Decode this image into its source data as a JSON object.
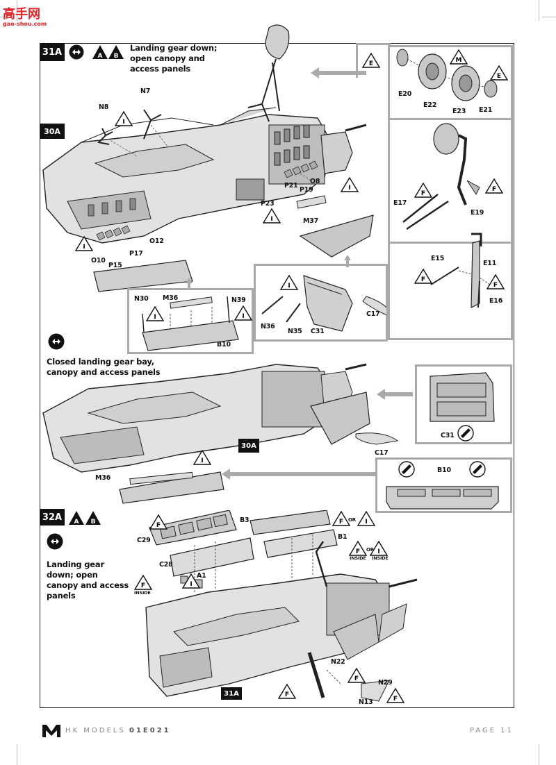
{
  "watermark": {
    "brand": "高手网",
    "url": "gao-shou.com"
  },
  "steps": {
    "s31": {
      "number": "31A",
      "caption": "Landing gear down; open canopy and access panels",
      "ref": "30A",
      "option_a": "A",
      "option_b": "B"
    },
    "closed": {
      "caption": "Closed landing gear bay, canopy and access panels",
      "ref": "30A"
    },
    "s32": {
      "number": "32A",
      "caption": "Landing gear down; open canopy and access panels",
      "ref": "31A",
      "option_a": "A",
      "option_b": "B"
    }
  },
  "parts": {
    "N7": "N7",
    "N8": "N8",
    "P21": "P21",
    "P19": "P19",
    "O8": "O8",
    "P23": "P23",
    "M37": "M37",
    "O12": "O12",
    "P17": "P17",
    "O10": "O10",
    "P15": "P15",
    "E20": "E20",
    "E22": "E22",
    "E23": "E23",
    "E21": "E21",
    "E17": "E17",
    "E19": "E19",
    "E15": "E15",
    "E11": "E11",
    "E16": "E16",
    "N30": "N30",
    "M36": "M36",
    "N39": "N39",
    "B10": "B10",
    "N36": "N36",
    "N35": "N35",
    "C31": "C31",
    "C17": "C17",
    "C31b": "C31",
    "C17b": "C17",
    "M36b": "M36",
    "B10b": "B10",
    "C29": "C29",
    "B3": "B3",
    "B1": "B1",
    "C28": "C28",
    "A1": "A1",
    "N22": "N22",
    "N29": "N29",
    "N13": "N13"
  },
  "glue": {
    "I": "I",
    "E": "E",
    "M": "M",
    "F": "F"
  },
  "notes": {
    "or": "OR",
    "inside": "INSIDE"
  },
  "footer": {
    "brand": "HK MODELS",
    "code": "01E021",
    "page": "PAGE 11"
  }
}
